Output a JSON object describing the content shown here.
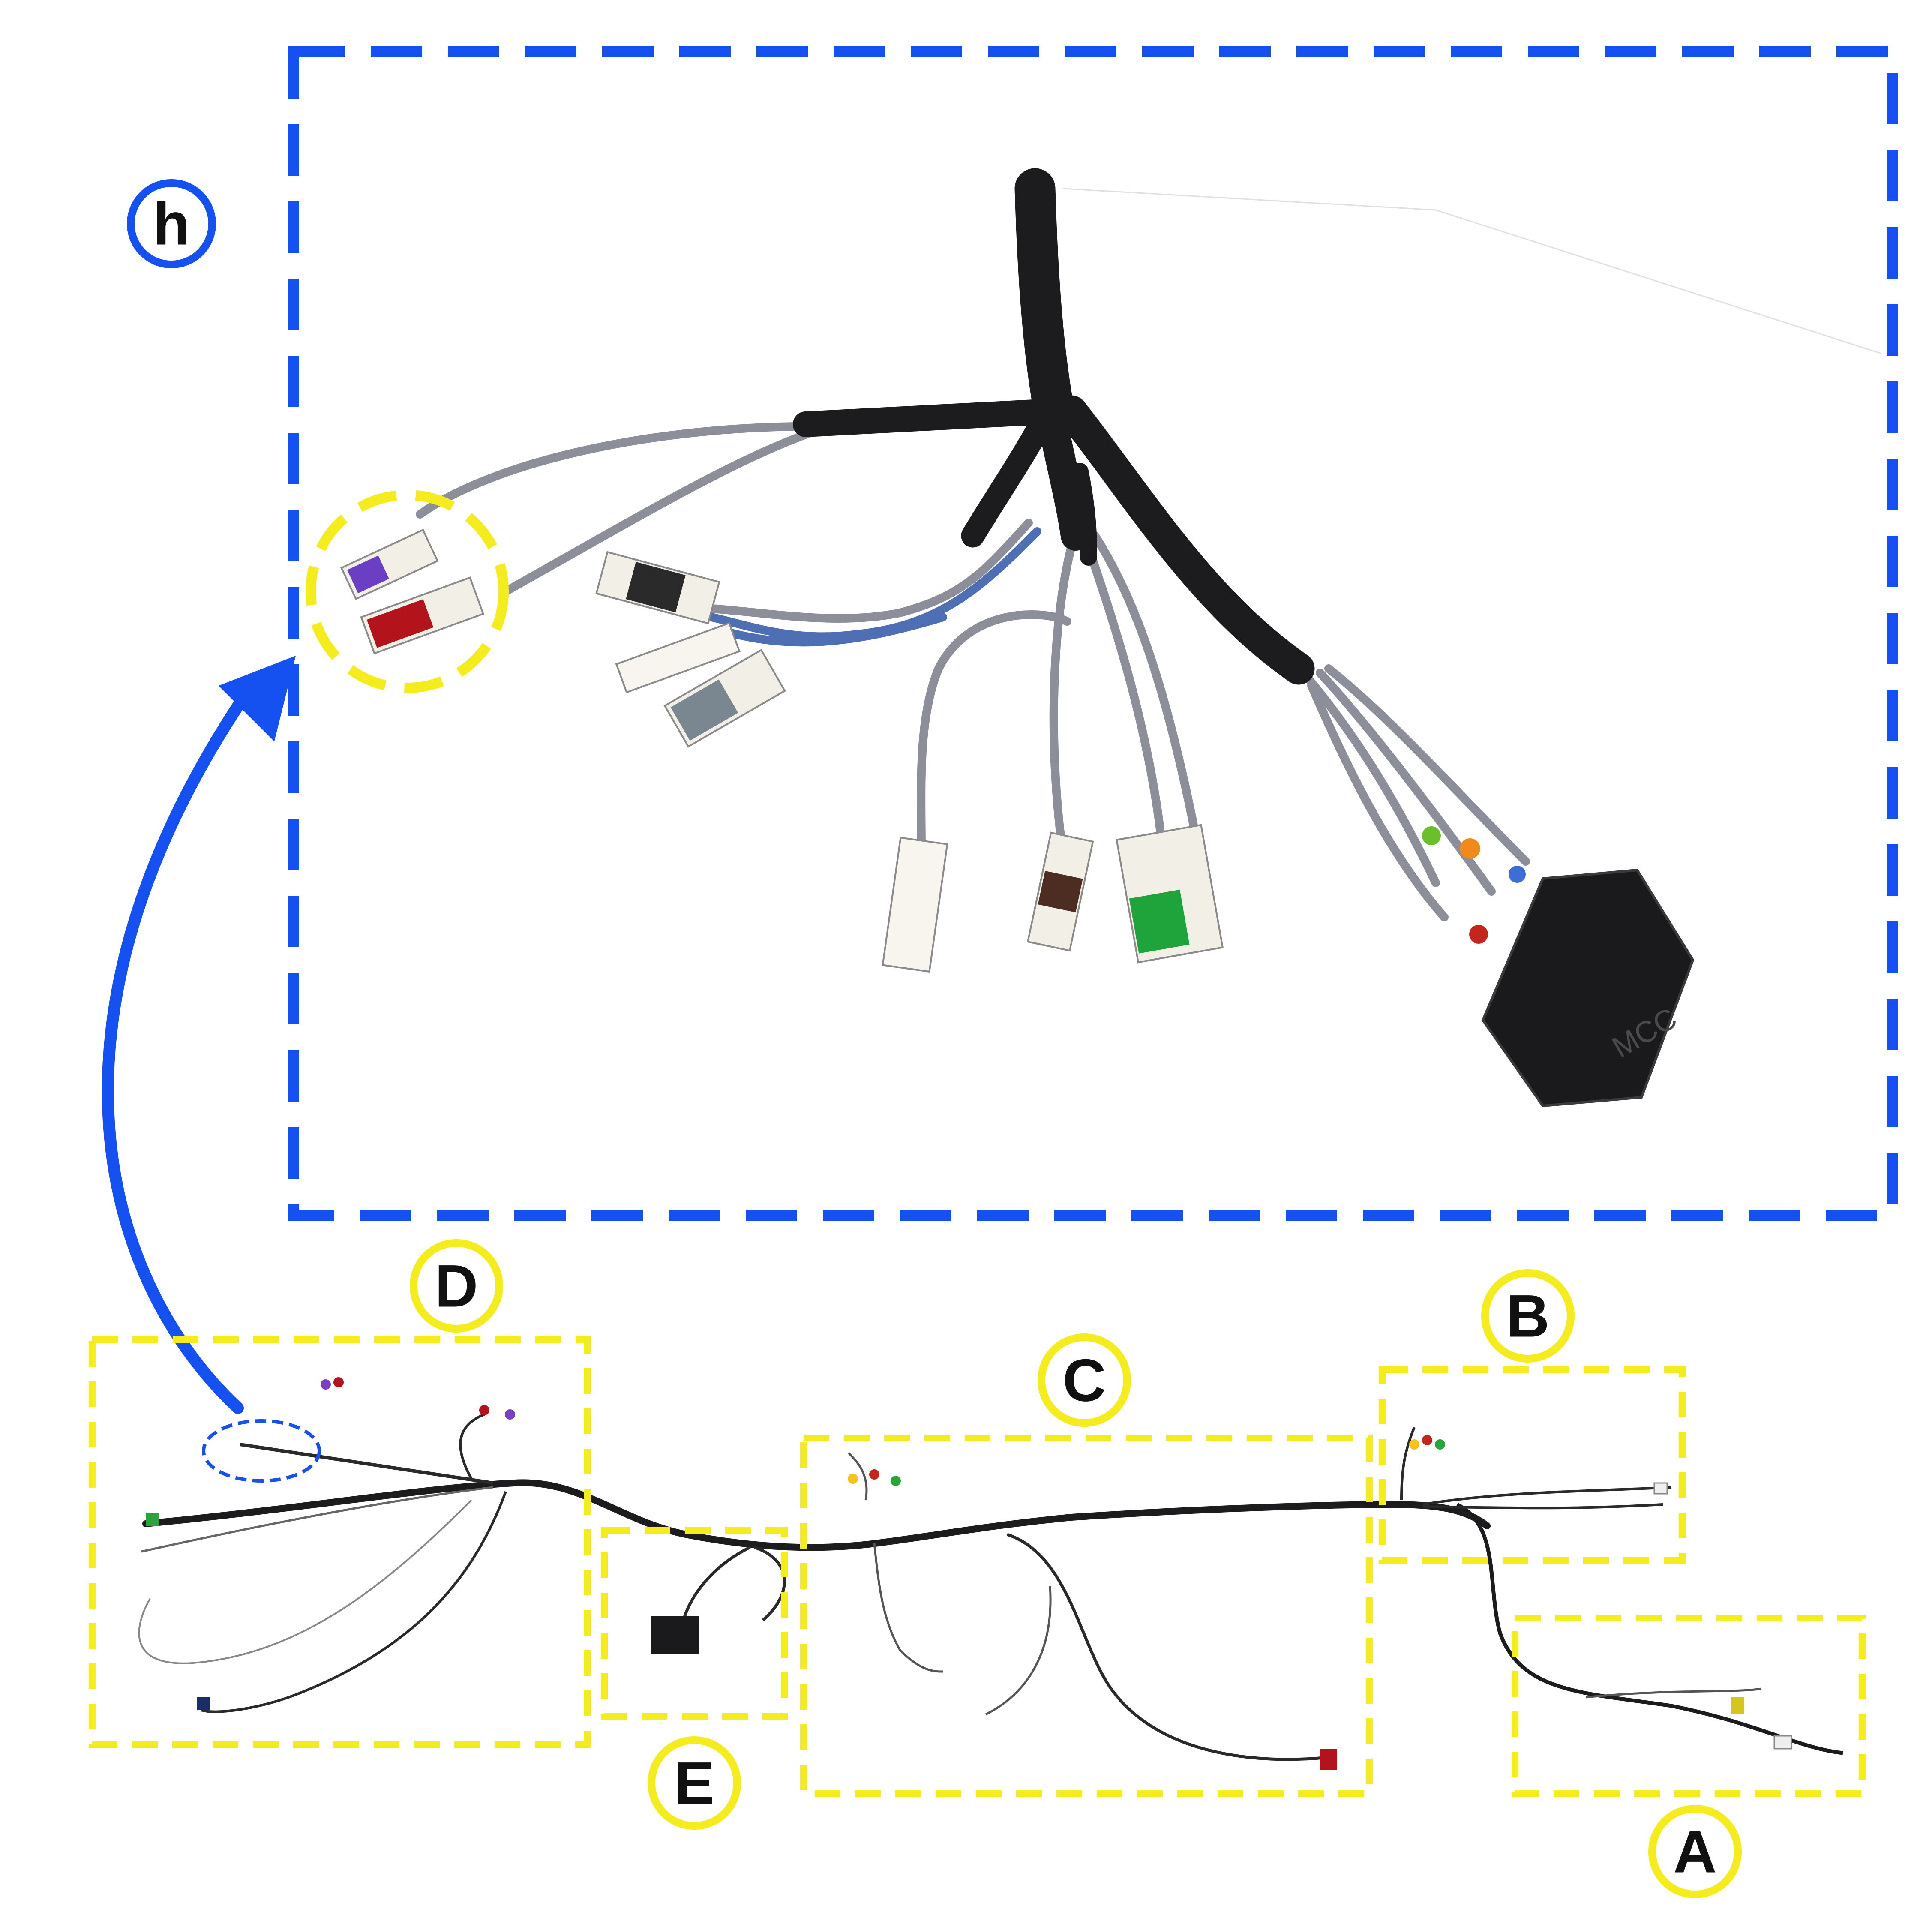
{
  "inset": {
    "label": "h"
  },
  "zones": [
    {
      "id": "D",
      "label": "D"
    },
    {
      "id": "B",
      "label": "B"
    },
    {
      "id": "C",
      "label": "C"
    },
    {
      "id": "E",
      "label": "E"
    },
    {
      "id": "A",
      "label": "A"
    }
  ],
  "inset_connector_text": "MCC",
  "colors": {
    "blue_accent": "#1550f0",
    "yellow_accent": "#f5ec1e",
    "harness_black": "#1c1c1e",
    "wire_grey": "#8c8f99",
    "wire_blue": "#4f6fb5",
    "connector_white": "#f2efe6"
  },
  "icons": [
    "zoom-arrow-icon",
    "magnify-ring-icon"
  ]
}
